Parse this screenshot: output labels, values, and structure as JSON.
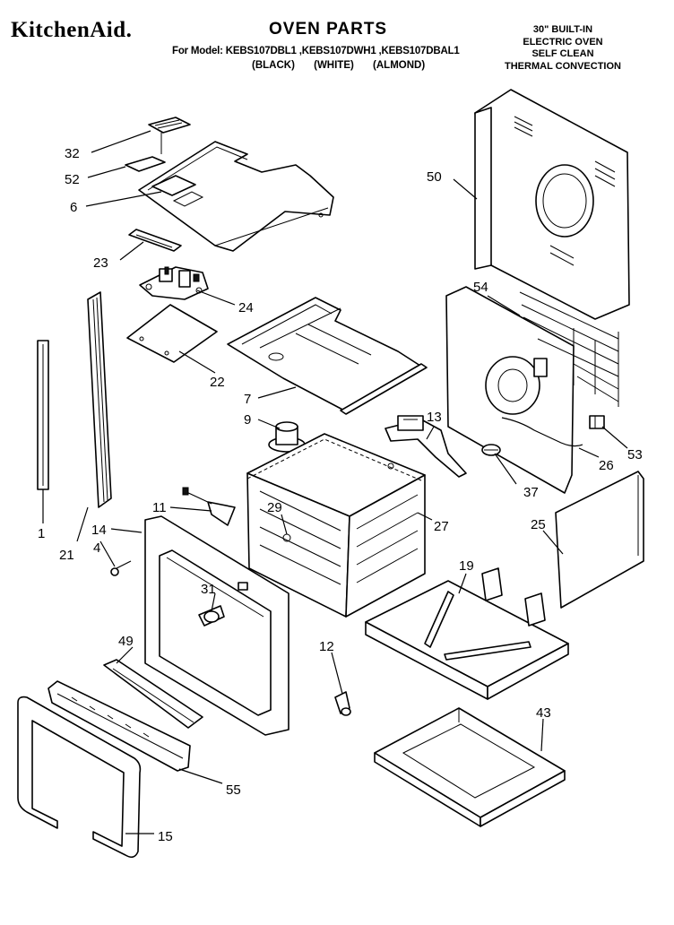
{
  "header": {
    "brand": "KitchenAid.",
    "title": "OVEN PARTS",
    "model_line": "For Model: KEBS107DBL1 ,KEBS107DWH1 ,KEBS107DBAL1",
    "finishes": [
      "(BLACK)",
      "(WHITE)",
      "(ALMOND)"
    ],
    "spec_lines": [
      "30\" BUILT-IN",
      "ELECTRIC OVEN",
      "SELF CLEAN",
      "THERMAL CONVECTION"
    ]
  },
  "callouts": [
    {
      "id": "32",
      "label": "32"
    },
    {
      "id": "52",
      "label": "52"
    },
    {
      "id": "6",
      "label": "6"
    },
    {
      "id": "23",
      "label": "23"
    },
    {
      "id": "24",
      "label": "24"
    },
    {
      "id": "22",
      "label": "22"
    },
    {
      "id": "7",
      "label": "7"
    },
    {
      "id": "9",
      "label": "9"
    },
    {
      "id": "13",
      "label": "13"
    },
    {
      "id": "50",
      "label": "50"
    },
    {
      "id": "54",
      "label": "54"
    },
    {
      "id": "53",
      "label": "53"
    },
    {
      "id": "26",
      "label": "26"
    },
    {
      "id": "37",
      "label": "37"
    },
    {
      "id": "25",
      "label": "25"
    },
    {
      "id": "27",
      "label": "27"
    },
    {
      "id": "29",
      "label": "29"
    },
    {
      "id": "11",
      "label": "11"
    },
    {
      "id": "14",
      "label": "14"
    },
    {
      "id": "4",
      "label": "4"
    },
    {
      "id": "1",
      "label": "1"
    },
    {
      "id": "21",
      "label": "21"
    },
    {
      "id": "31",
      "label": "31"
    },
    {
      "id": "49",
      "label": "49"
    },
    {
      "id": "19",
      "label": "19"
    },
    {
      "id": "12",
      "label": "12"
    },
    {
      "id": "43",
      "label": "43"
    },
    {
      "id": "55",
      "label": "55"
    },
    {
      "id": "15",
      "label": "15"
    }
  ]
}
